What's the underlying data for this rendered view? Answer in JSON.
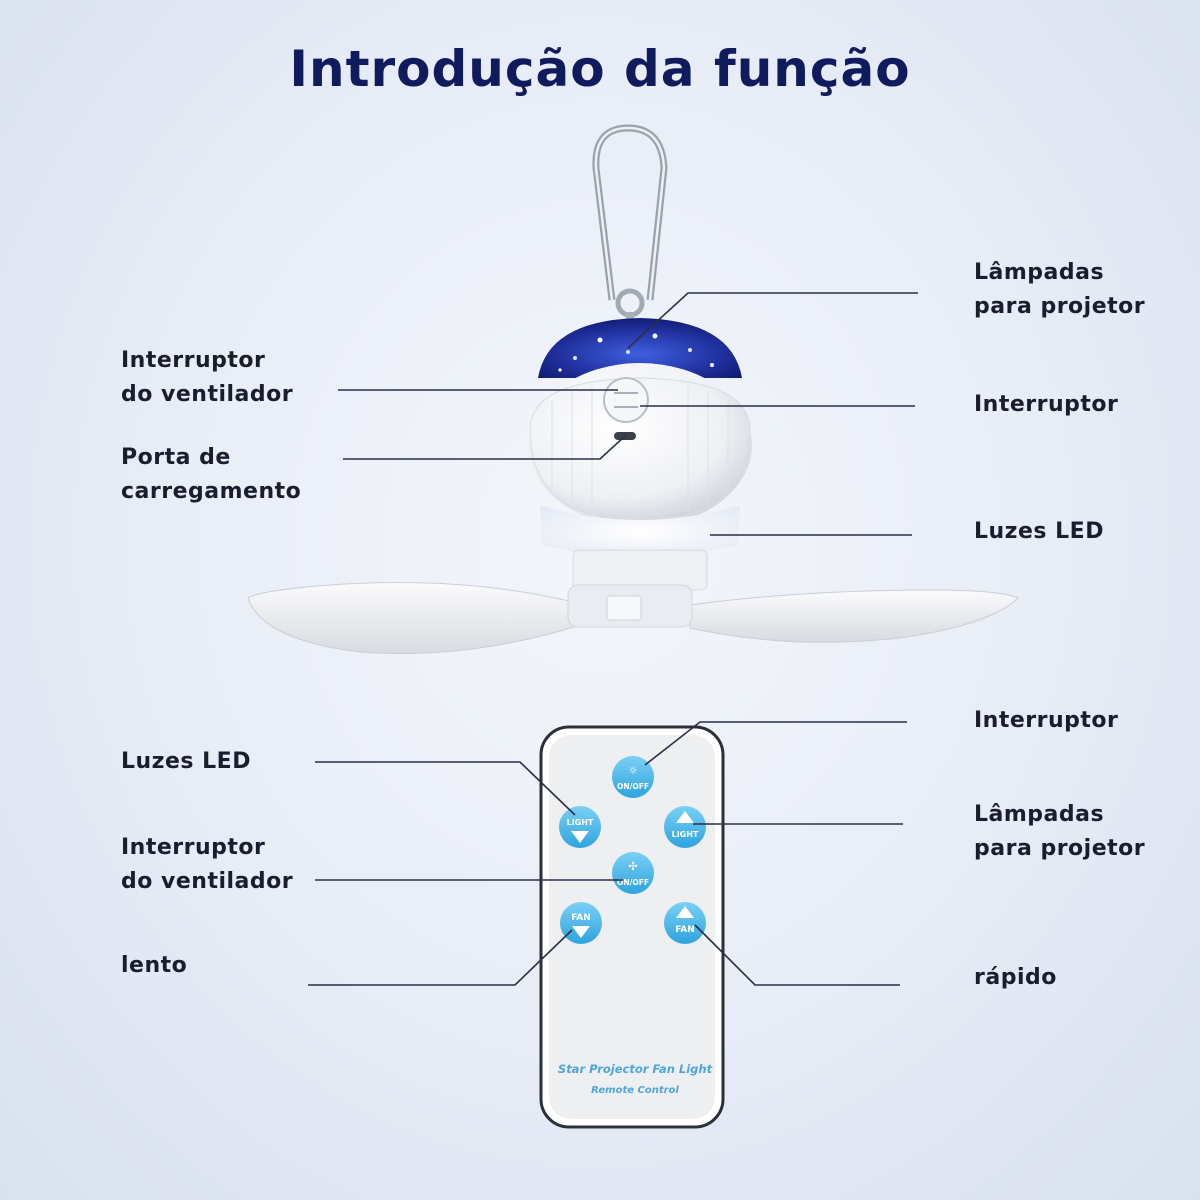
{
  "title": "Introdução da função",
  "fan_labels": {
    "projector_lamps": [
      "Lâmpadas",
      "para projetor"
    ],
    "fan_switch": [
      "Interruptor",
      "do ventilador"
    ],
    "switch": "Interruptor",
    "charging_port": [
      "Porta de",
      "carregamento"
    ],
    "led_lights": "Luzes LED"
  },
  "remote_labels": {
    "switch": "Interruptor",
    "led_lights": "Luzes LED",
    "projector_lamps": [
      "Lâmpadas",
      "para projetor"
    ],
    "fan_switch": [
      "Interruptor",
      "do ventilador"
    ],
    "slow": "lento",
    "fast": "rápido"
  },
  "remote": {
    "btn_onoff": "ON/OFF",
    "btn_light_down": "LIGHT",
    "btn_light_up": "LIGHT",
    "btn_fan_onoff": "ON/OFF",
    "btn_fan_down": "FAN",
    "btn_fan_up": "FAN",
    "brand_line1": "Star Projector Fan Light",
    "brand_line2": "Remote Control"
  },
  "colors": {
    "title": "#0f1b5c",
    "button_blue": "#4fb8ea",
    "projector_blue": "#2a3ea8"
  }
}
